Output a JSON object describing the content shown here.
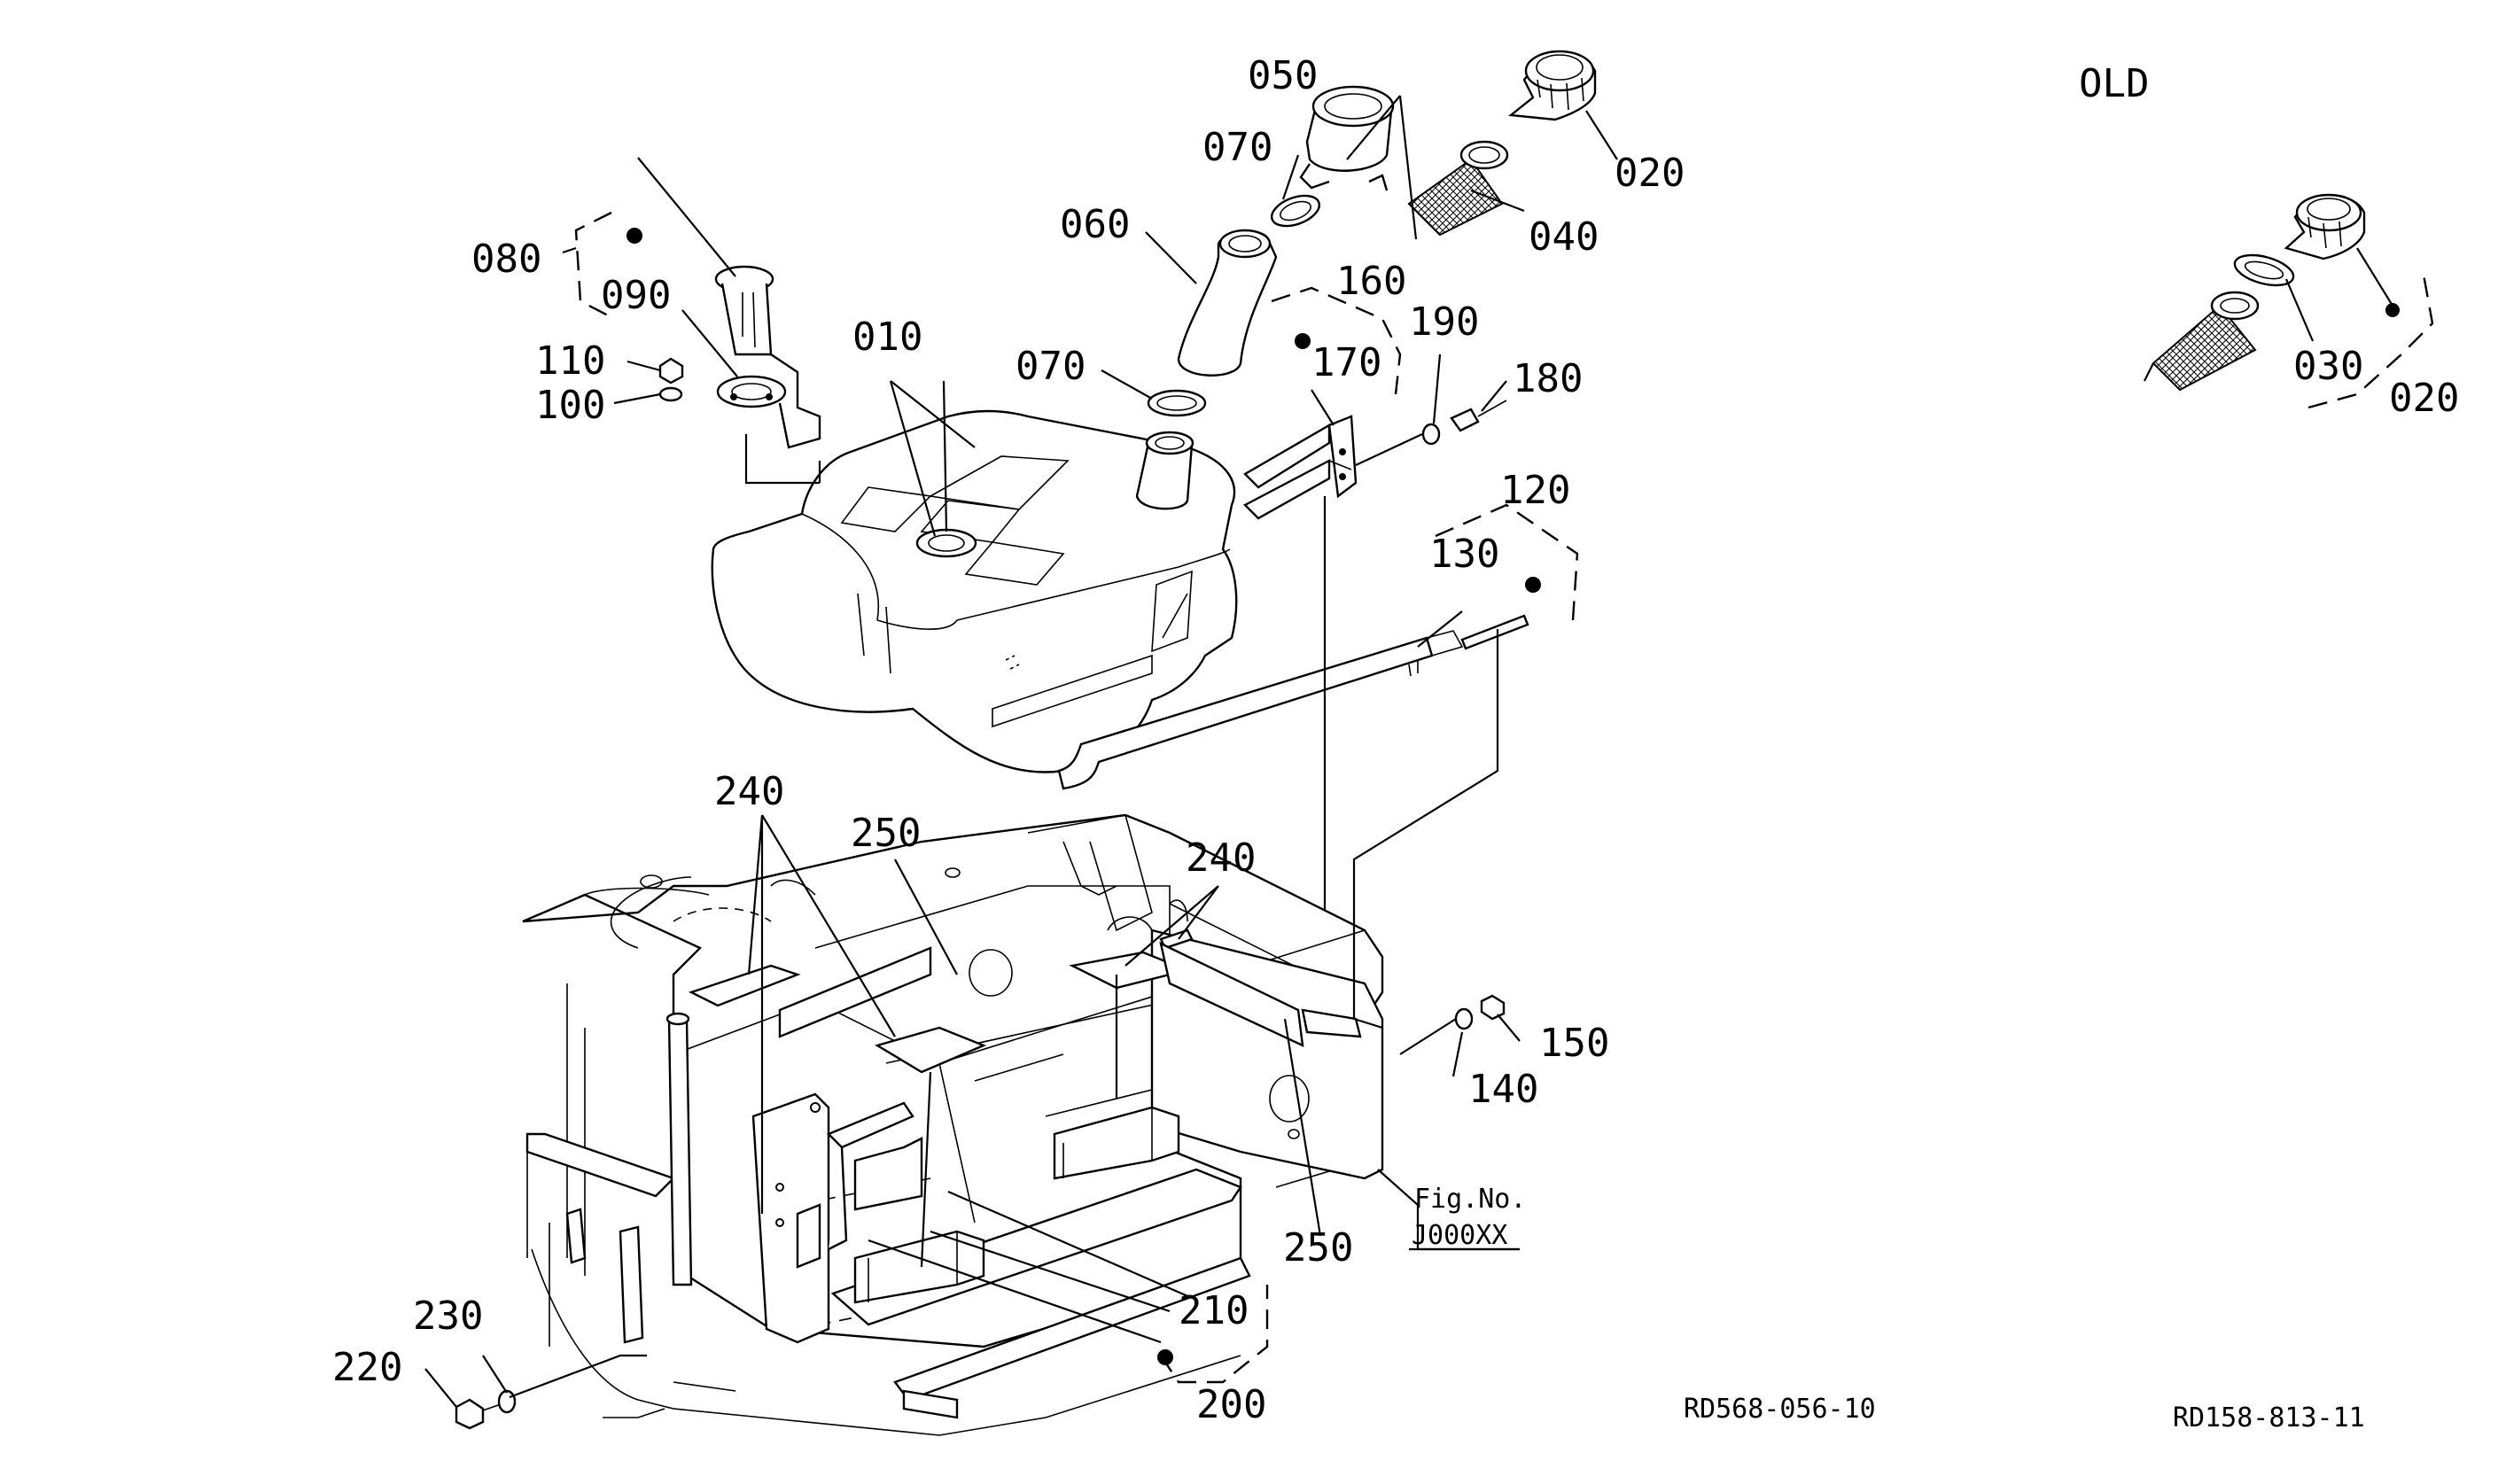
{
  "callouts": {
    "c010": "010",
    "c020": "020",
    "c040": "040",
    "c050": "050",
    "c060": "060",
    "c070a": "070",
    "c070b": "070",
    "c080": "080",
    "c090": "090",
    "c100": "100",
    "c110": "110",
    "c120": "120",
    "c130": "130",
    "c140": "140",
    "c150": "150",
    "c160": "160",
    "c170": "170",
    "c180": "180",
    "c190": "190",
    "c200": "200",
    "c210": "210",
    "c220": "220",
    "c230": "230",
    "c240a": "240",
    "c240b": "240",
    "c250a": "250",
    "c250b": "250"
  },
  "old_section": {
    "title": "OLD",
    "c020": "020",
    "c030": "030"
  },
  "figure_ref": {
    "label": "Fig.No.",
    "number": "J000XX"
  },
  "drawing_ids": {
    "main": "RD568-056-10",
    "old": "RD158-813-11"
  }
}
